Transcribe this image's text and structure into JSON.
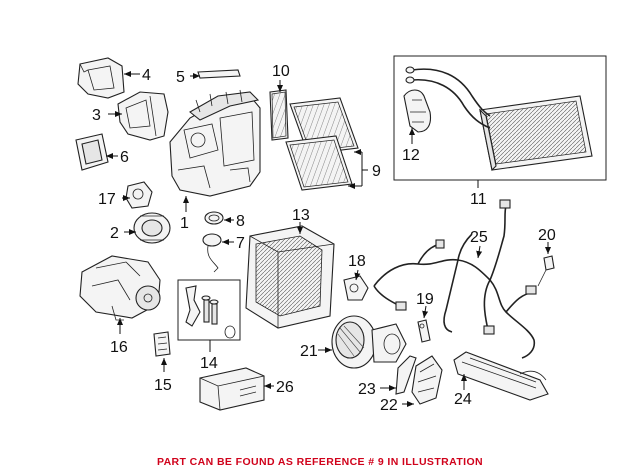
{
  "diagram": {
    "labels": {
      "p1": "1",
      "p2": "2",
      "p3": "3",
      "p4": "4",
      "p5": "5",
      "p6": "6",
      "p7": "7",
      "p8": "8",
      "p9": "9",
      "p10": "10",
      "p11": "11",
      "p12": "12",
      "p13": "13",
      "p14": "14",
      "p15": "15",
      "p16": "16",
      "p17": "17",
      "p18": "18",
      "p19": "19",
      "p20": "20",
      "p21": "21",
      "p22": "22",
      "p23": "23",
      "p24": "24",
      "p25": "25",
      "p26": "26"
    },
    "caption": "PART CAN BE FOUND AS REFERENCE # 9 IN ILLUSTRATION",
    "caption_color": "#d0021b"
  }
}
